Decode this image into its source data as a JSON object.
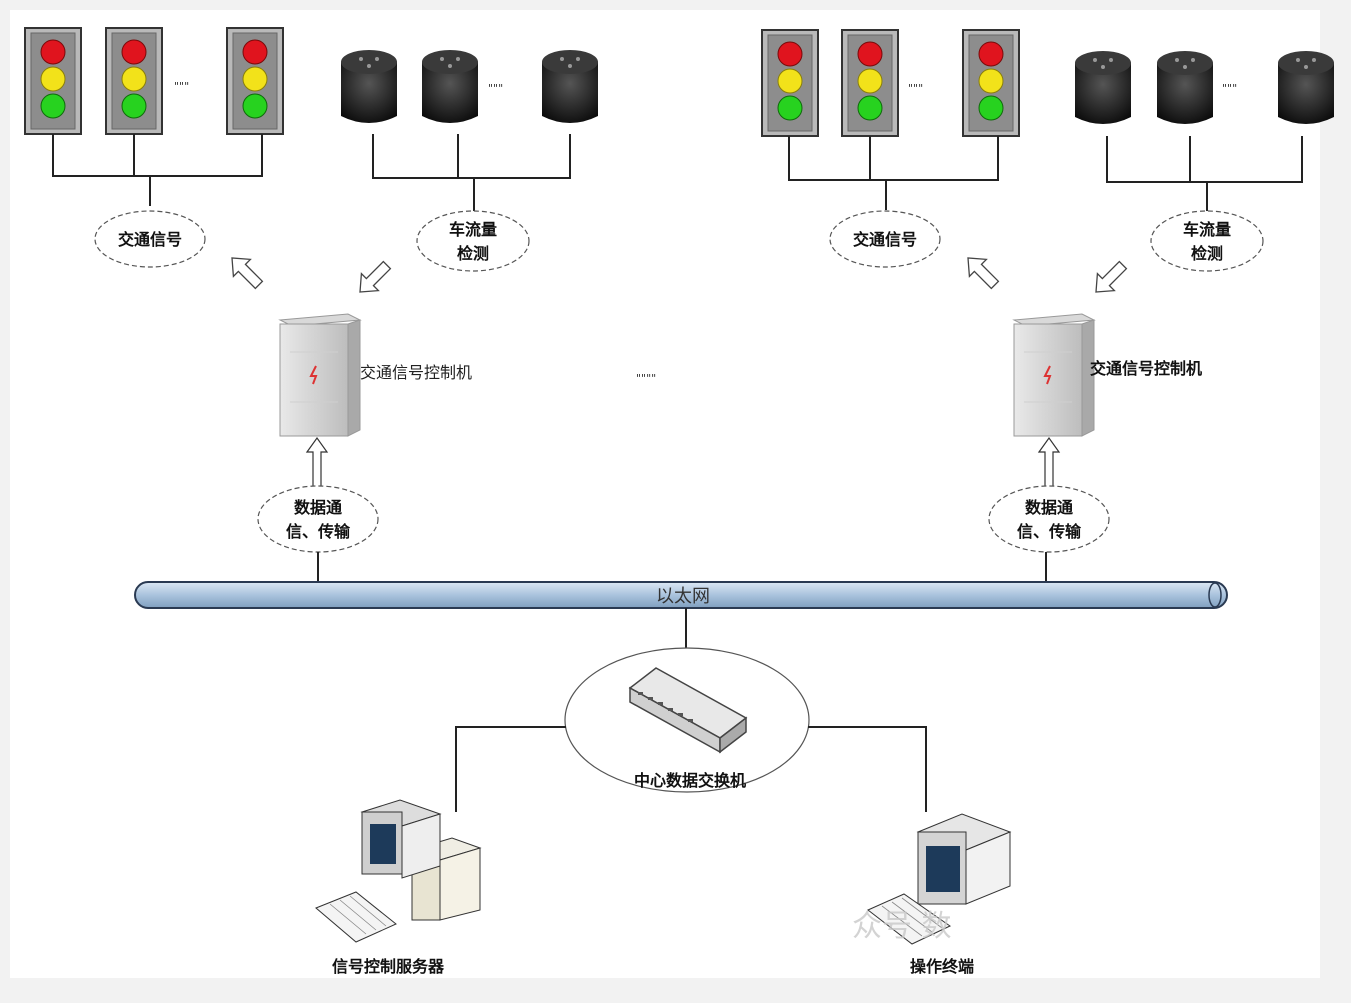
{
  "left_cluster": {
    "signal_label": "交通信号",
    "detect_label_1": "车流量",
    "detect_label_2": "检测",
    "controller_label": "交通信号控制机",
    "comm_label_1": "数据通",
    "comm_label_2": "信、传输",
    "ellipsis_lights": "\"\"\"",
    "ellipsis_detectors": "\"\"\""
  },
  "right_cluster": {
    "signal_label": "交通信号",
    "detect_label_1": "车流量",
    "detect_label_2": "检测",
    "controller_label": "交通信号控制机",
    "comm_label_1": "数据通",
    "comm_label_2": "信、传输",
    "ellipsis_lights": "\"\"\"",
    "ellipsis_detectors": "\"\"\""
  },
  "middle_ellipsis": "\"\"\"\"",
  "ethernet_label": "以太网",
  "switch_label": "中心数据交换机",
  "server_label": "信号控制服务器",
  "terminal_label": "操作终端",
  "watermark": "众号  数",
  "colors": {
    "red": "#e0141e",
    "yellow": "#f2e21a",
    "green": "#27d21f",
    "bus_fill": "#b8cfe6",
    "bus_stroke": "#2a3a52"
  }
}
